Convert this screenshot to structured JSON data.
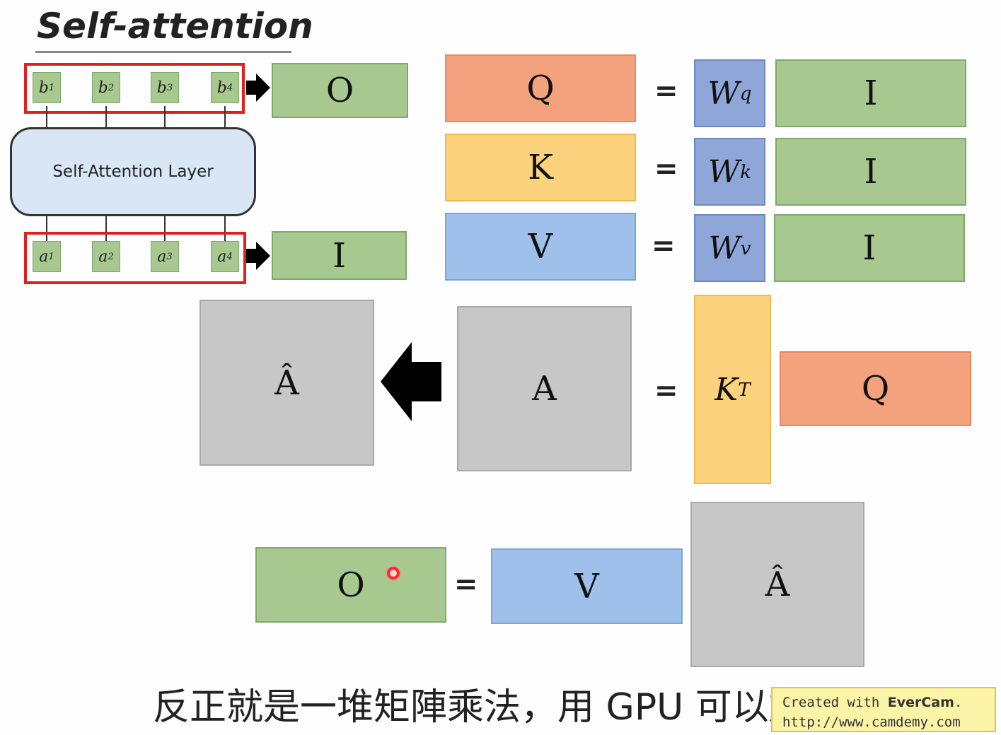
{
  "title": "Self-attention",
  "layer_label": "Self-Attention Layer",
  "outputs": [
    "b",
    "b",
    "b",
    "b"
  ],
  "inputs": [
    "a",
    "a",
    "a",
    "a"
  ],
  "superscripts": [
    "1",
    "2",
    "3",
    "4"
  ],
  "left_O": "O",
  "left_I": "I",
  "q_label": "Q",
  "k_label": "K",
  "v_label": "V",
  "eq": "=",
  "w_base": "W",
  "wq_sup": "q",
  "wk_sup": "k",
  "wv_sup": "v",
  "I": "I",
  "A_hat": "Â",
  "A": "A",
  "K_base": "K",
  "KT_sup": "T",
  "Q2": "Q",
  "O2": "O",
  "V2": "V",
  "A_hat2": "Â",
  "subtitle": "反正就是一堆矩陣乘法，用 GPU 可以加速",
  "watermark": {
    "line1_prefix": "Created with ",
    "line1_brand": "EverCam",
    "line1_suffix": ".",
    "line2": "http://www.camdemy.com"
  },
  "colors": {
    "green": "#a7c98f",
    "orange": "#f4a17e",
    "yellow": "#fdd27c",
    "blue": "#9fc0ea",
    "gray": "#c7c7c7",
    "red_frame": "#e02020"
  }
}
